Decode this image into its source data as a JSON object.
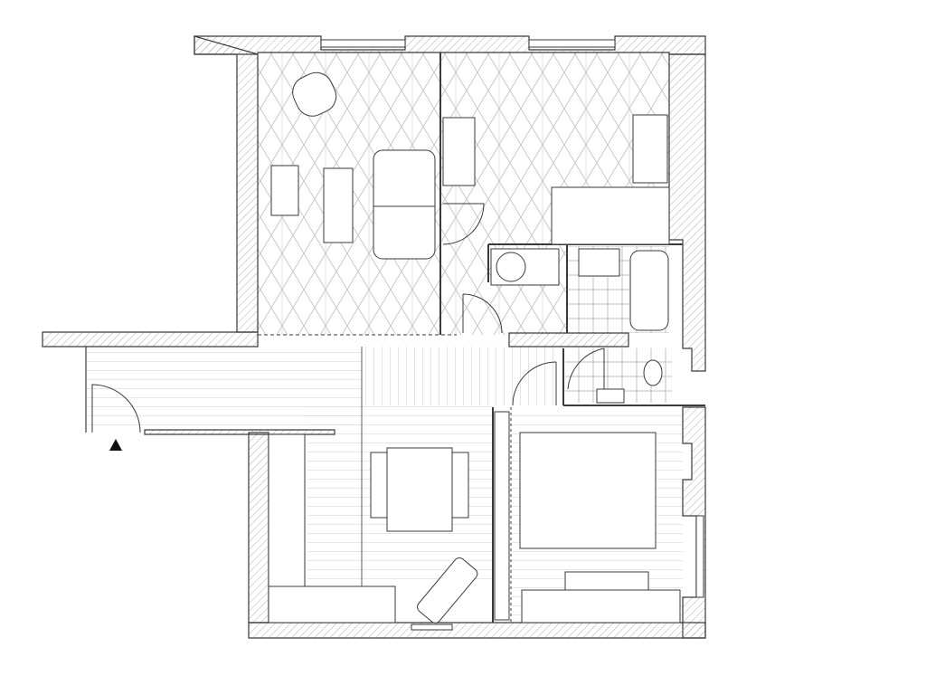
{
  "plan": {
    "type": "apartment-floor-plan",
    "rooms": [
      "living-room",
      "bedroom-1",
      "bathroom",
      "shower-room",
      "wc",
      "hall",
      "entrance-corridor",
      "dining-kitchen",
      "bedroom-2"
    ],
    "entrance_marker": "triangle-up-icon",
    "colors": {
      "background": "#ffffff",
      "line": "#3a3a3a",
      "wall_hatch": "#9a9a9a",
      "floor_pattern": "#bdbdbd"
    }
  }
}
